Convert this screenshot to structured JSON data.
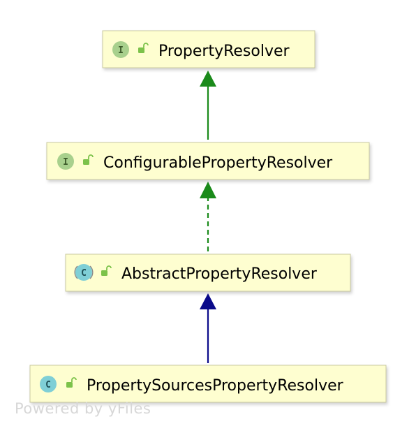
{
  "diagram": {
    "nodes": [
      {
        "id": "property-resolver",
        "kind": "interface",
        "badge": "I",
        "label": "PropertyResolver"
      },
      {
        "id": "configurable-property-resolver",
        "kind": "interface",
        "badge": "I",
        "label": "ConfigurablePropertyResolver"
      },
      {
        "id": "abstract-property-resolver",
        "kind": "abstract-class",
        "badge": "C",
        "label": "AbstractPropertyResolver"
      },
      {
        "id": "property-sources-property-resolver",
        "kind": "class",
        "badge": "C",
        "label": "PropertySourcesPropertyResolver"
      }
    ],
    "edges": [
      {
        "from": "configurable-property-resolver",
        "to": "property-resolver",
        "relation": "extends",
        "style": "solid",
        "color": "#1a8a1a"
      },
      {
        "from": "abstract-property-resolver",
        "to": "configurable-property-resolver",
        "relation": "implements",
        "style": "dashed",
        "color": "#1a8a1a"
      },
      {
        "from": "property-sources-property-resolver",
        "to": "abstract-property-resolver",
        "relation": "extends",
        "style": "solid",
        "color": "#0a0a8a"
      }
    ]
  },
  "colors": {
    "node_fill": "#fefed0",
    "node_border": "#c9c9a0",
    "interface_badge": "#a8d08d",
    "class_badge": "#7fcfd6",
    "lock_icon": "#7cc24a"
  },
  "footer": {
    "watermark": "Powered by yFiles"
  }
}
